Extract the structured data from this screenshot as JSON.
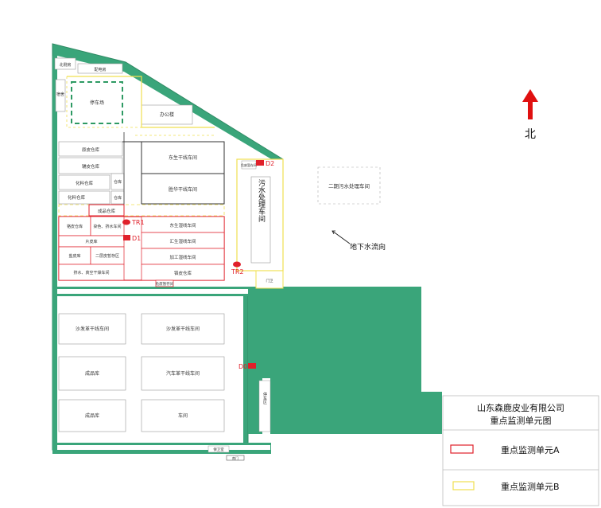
{
  "title_line1": "山东森鹿皮业有限公司",
  "title_line2": "重点监测单元图",
  "north_label": "北",
  "groundwater_flow_label": "地下水流向",
  "legend": {
    "unit_a": "重点监测单元A",
    "unit_b": "重点监测单元B"
  },
  "colors": {
    "green": "#3aa57a",
    "unit_a": "#e0202a",
    "unit_b": "#f0e050",
    "north_arrow": "#e01010"
  },
  "buildings": {
    "canteen_top": "北侧房",
    "warehouse_small": "配电房",
    "dorm": "宿舍",
    "parking": "停车场",
    "office": "办公楼",
    "semi_store": "原皮仓库",
    "leather_store": "辅皮仓库",
    "chem_store": "化料仓库",
    "chem_store2": "化料仓库",
    "dry_store": "仓库",
    "dry_store2": "仓库",
    "hall_a": "东生干线车间",
    "hall_b": "胜华干线车间",
    "sewage": "污水处理车间",
    "sewage_small": "二期污水处理车间",
    "sample": "成品仓库",
    "hall_c": "东生湿线车间",
    "hall_d": "汇生湿线车间",
    "hall_e": "加工湿线车间",
    "hall_f": "铬皮仓库",
    "store_semi": "铬皮仓库",
    "dye": "染色、挤水车间",
    "dye2": "片皮库",
    "vacuum": "盐皮库",
    "vacuum2": "二层皮暂存区",
    "liming": "挤水、真空干燥车间",
    "waste": "危废暂存间",
    "waste_small": "危废暂存间",
    "boiler": "门卫",
    "south_a": "沙发革干线车间",
    "south_b": "沙发革干线车间",
    "south_c": "成品库",
    "south_d": "汽车革干线车间",
    "south_e": "成品库",
    "south_f": "车间",
    "parking2": "停车区",
    "gate": "南门",
    "guard": "保卫室"
  },
  "points": {
    "tr1": "TR1",
    "tr2": "TR2",
    "d0": "D0",
    "d1": "D1",
    "d2": "D2"
  }
}
